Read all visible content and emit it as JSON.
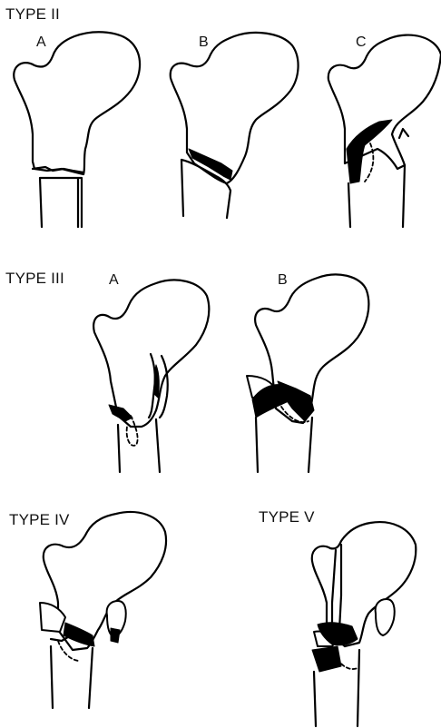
{
  "labels": {
    "type2": "TYPE II",
    "type3": "TYPE III",
    "type4": "TYPE IV",
    "type5": "TYPE V",
    "a1": "A",
    "b1": "B",
    "c1": "C",
    "a2": "A",
    "b2": "B"
  }
}
